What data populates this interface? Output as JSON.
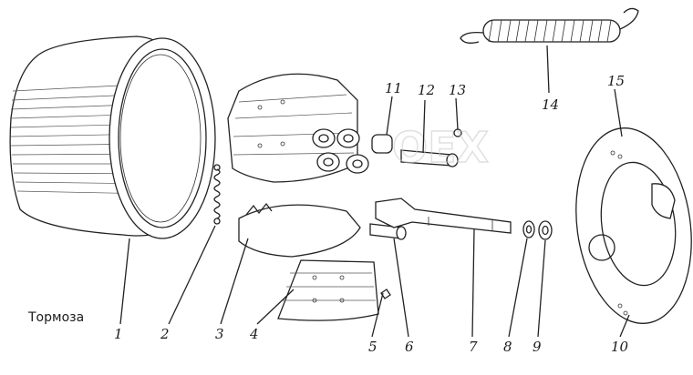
{
  "caption": "Тормоза",
  "callouts": [
    "1",
    "2",
    "3",
    "4",
    "5",
    "6",
    "7",
    "8",
    "9",
    "10",
    "11",
    "12",
    "13",
    "14",
    "15"
  ],
  "watermark": "OEX",
  "colors": {
    "ink": "#1a1a1a",
    "paper": "#ffffff",
    "watermark": "#c8c8c8"
  }
}
